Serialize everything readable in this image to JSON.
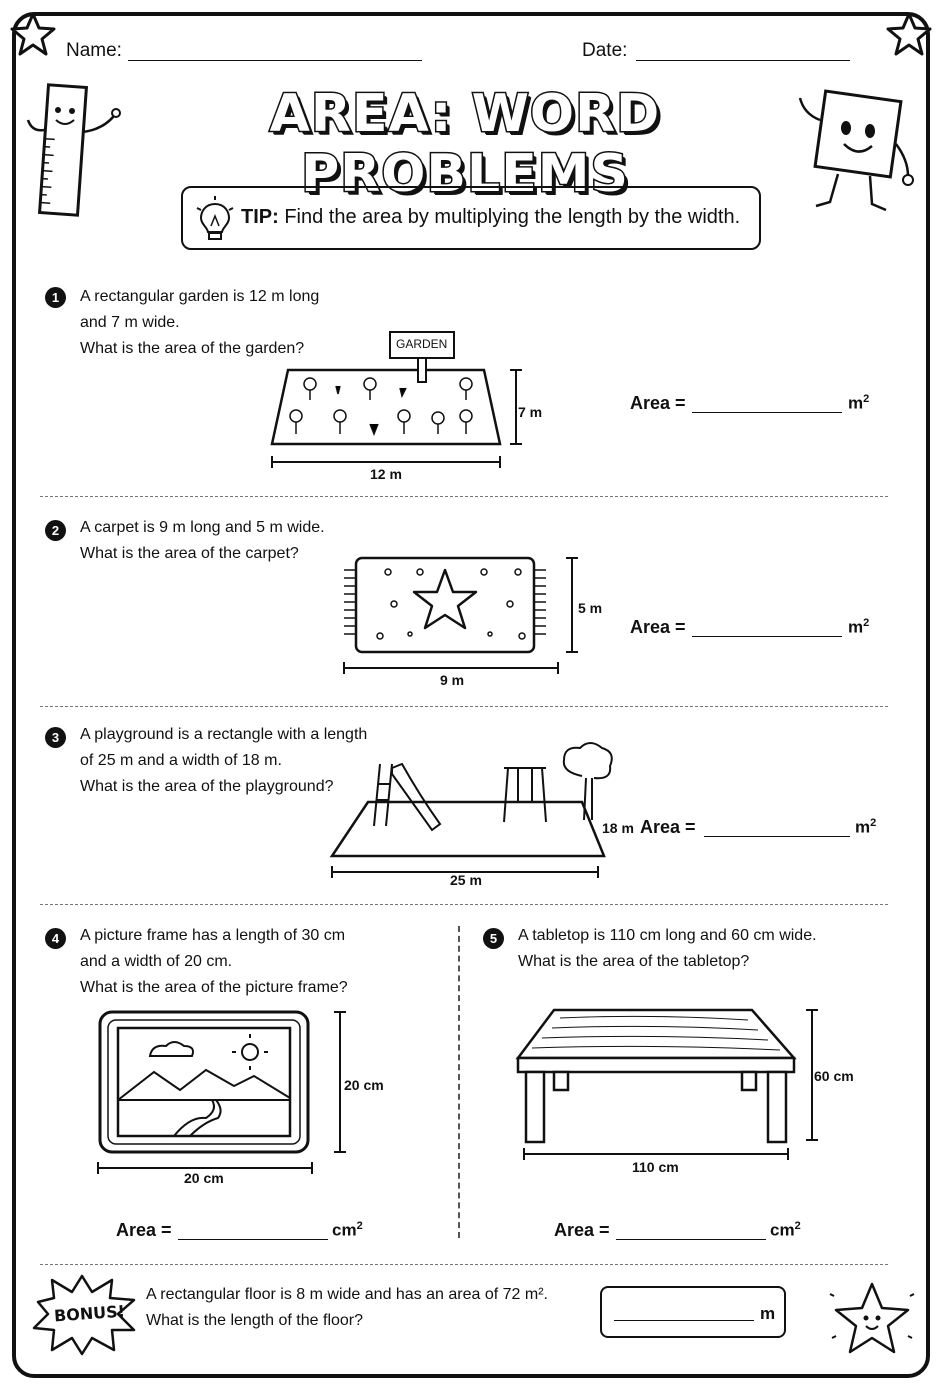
{
  "header": {
    "name_label": "Name:",
    "date_label": "Date:"
  },
  "title": "AREA: WORD PROBLEMS",
  "tip": {
    "label": "TIP:",
    "text": "Find the area by multiplying the length by the width."
  },
  "problems": [
    {
      "number": "1",
      "lines": [
        "A rectangular garden is 12 m long",
        "and 7 m wide.",
        "What is the area of the garden?"
      ],
      "sign": "GARDEN",
      "length": "12 m",
      "width": "7 m",
      "area_label": "Area =",
      "unit": "m",
      "unit_sup": "2"
    },
    {
      "number": "2",
      "lines": [
        "A carpet is 9 m long and 5 m wide.",
        "What is the area of the carpet?"
      ],
      "length": "9 m",
      "width": "5 m",
      "area_label": "Area =",
      "unit": "m",
      "unit_sup": "2"
    },
    {
      "number": "3",
      "lines": [
        "A playground is a rectangle with a length",
        "of 25 m and a width of 18 m.",
        "What is the area of the playground?"
      ],
      "length": "25 m",
      "width": "18 m",
      "area_label": "Area =",
      "unit": "m",
      "unit_sup": "2"
    },
    {
      "number": "4",
      "lines": [
        "A picture frame has a length of 30 cm",
        "and a width of 20 cm.",
        "What is the area of the picture frame?"
      ],
      "length": "20 cm",
      "width": "20 cm",
      "area_label": "Area =",
      "unit": "cm",
      "unit_sup": "2"
    },
    {
      "number": "5",
      "lines": [
        "A tabletop is 110 cm long and 60 cm wide.",
        "What is the area of the tabletop?"
      ],
      "length": "110 cm",
      "width": "60 cm",
      "area_label": "Area =",
      "unit": "cm",
      "unit_sup": "2"
    }
  ],
  "bonus": {
    "badge": "BONUS!",
    "line1": "A rectangular floor is 8 m wide and has an area of 72 m².",
    "line2": "What is the length of the floor?",
    "unit": "m"
  },
  "icons": [
    "star-icon",
    "lightbulb-icon",
    "ruler-character-icon",
    "square-character-icon",
    "star-face-icon"
  ]
}
